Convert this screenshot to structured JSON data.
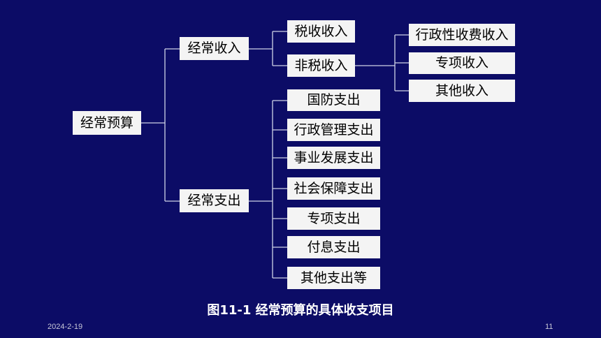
{
  "diagram": {
    "root": "经常预算",
    "income": {
      "label": "经常收入",
      "tax": "税收收入",
      "nontax": {
        "label": "非税收入",
        "items": [
          "行政性收费收入",
          "专项收入",
          "其他收入"
        ]
      }
    },
    "expenditure": {
      "label": "经常支出",
      "items": [
        "国防支出",
        "行政管理支出",
        "事业发展支出",
        "社会保障支出",
        "专项支出",
        "付息支出",
        "其他支出等"
      ]
    },
    "caption": "图11-1  经常预算的具体收支项目"
  },
  "footer": {
    "date": "2024-2-19",
    "page": "11"
  }
}
